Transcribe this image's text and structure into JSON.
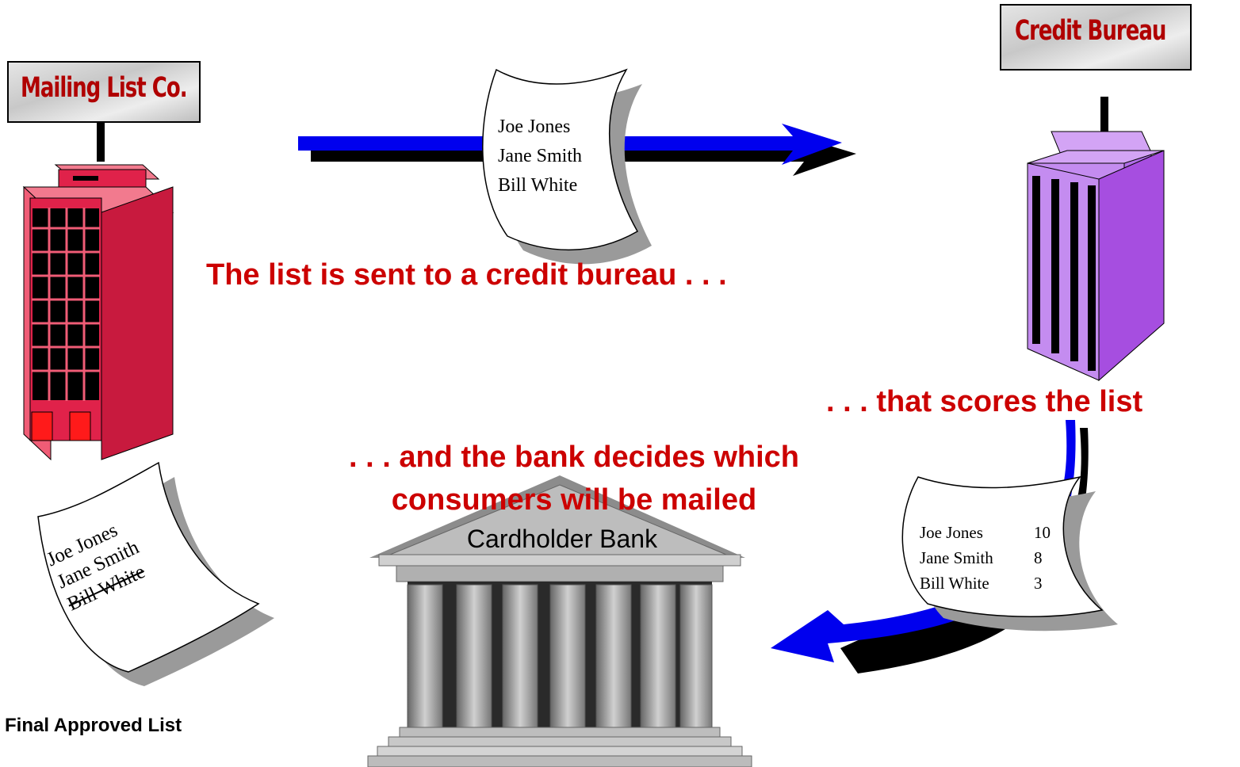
{
  "mailing_company": {
    "sign": "Mailing List Co."
  },
  "credit_bureau": {
    "sign": "Credit Bureau"
  },
  "bank": {
    "name": "Cardholder Bank"
  },
  "sent_list": {
    "names": [
      "Joe Jones",
      "Jane Smith",
      "Bill White"
    ]
  },
  "scored_list": {
    "rows": [
      {
        "name": "Joe Jones",
        "score": "10"
      },
      {
        "name": "Jane Smith",
        "score": "8"
      },
      {
        "name": "Bill White",
        "score": "3"
      }
    ]
  },
  "final_list": {
    "names": [
      "Joe Jones",
      "Jane Smith",
      "Bill White"
    ],
    "struck": "Bill White",
    "label": "Final Approved List"
  },
  "captions": {
    "sent": "The list is sent to a credit bureau . . .",
    "scores": ". . . that scores the list",
    "bank_line1": ". . . and the bank decides which",
    "bank_line2": "consumers will be mailed"
  },
  "colors": {
    "caption": "#cc0000",
    "arrow": "#0000ee",
    "mailing_building": "#e0224a",
    "bureau_building": "#a64ee0",
    "bank_stone": "#9a9a9a"
  }
}
